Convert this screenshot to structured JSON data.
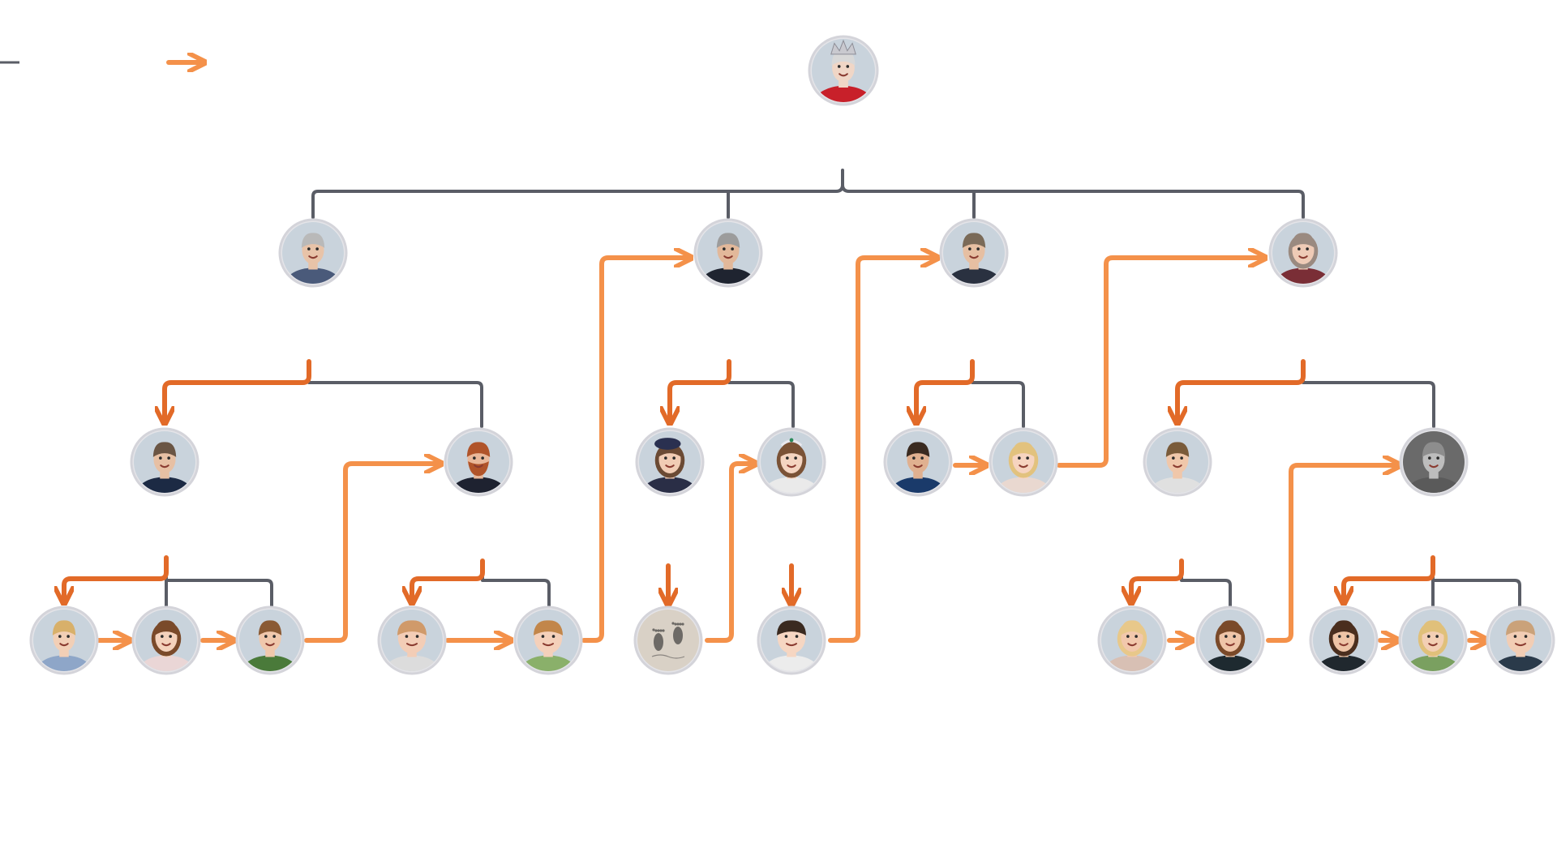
{
  "colors": {
    "gray_line": "#5a5d66",
    "succession_arrow": "#f4914a",
    "succession_arrow_dark": "#e26a28",
    "portrait_ring": "#e4e4e8"
  },
  "legend": {
    "parent_line_icon": "line-segment-icon",
    "succession_icon": "arrow-right-icon"
  },
  "people": [
    {
      "id": "queen",
      "generation": 0,
      "icon": "portrait-crowned-monarch"
    },
    {
      "id": "charles",
      "generation": 1,
      "icon": "portrait-man-gray-hair"
    },
    {
      "id": "andrew",
      "generation": 1,
      "icon": "portrait-man-gray-hair"
    },
    {
      "id": "edward",
      "generation": 1,
      "icon": "portrait-man-balding"
    },
    {
      "id": "anne",
      "generation": 1,
      "icon": "portrait-woman-red-lips"
    },
    {
      "id": "william",
      "generation": 2,
      "icon": "portrait-man-short-hair"
    },
    {
      "id": "harry",
      "generation": 2,
      "icon": "portrait-man-red-beard"
    },
    {
      "id": "beatrice",
      "generation": 2,
      "icon": "portrait-woman-hat"
    },
    {
      "id": "eugenie",
      "generation": 2,
      "icon": "portrait-woman-tiara"
    },
    {
      "id": "james",
      "generation": 2,
      "icon": "portrait-boy"
    },
    {
      "id": "louise",
      "generation": 2,
      "icon": "portrait-girl-blonde"
    },
    {
      "id": "peter",
      "generation": 2,
      "icon": "portrait-man-smiling"
    },
    {
      "id": "zara",
      "generation": 2,
      "icon": "portrait-woman-monochrome"
    },
    {
      "id": "george",
      "generation": 3,
      "icon": "portrait-boy-blonde"
    },
    {
      "id": "charlotte",
      "generation": 3,
      "icon": "portrait-girl-brown-hair"
    },
    {
      "id": "louis",
      "generation": 3,
      "icon": "portrait-boy"
    },
    {
      "id": "archie",
      "generation": 3,
      "icon": "portrait-baby"
    },
    {
      "id": "lilibet",
      "generation": 3,
      "icon": "portrait-toddler"
    },
    {
      "id": "sienna",
      "generation": 3,
      "icon": "baby-footprints-icon"
    },
    {
      "id": "august",
      "generation": 3,
      "icon": "portrait-toddler"
    },
    {
      "id": "savannah",
      "generation": 3,
      "icon": "portrait-girl-blonde"
    },
    {
      "id": "isla",
      "generation": 3,
      "icon": "portrait-girl-brown-hair"
    },
    {
      "id": "mia",
      "generation": 3,
      "icon": "portrait-girl-dark-hair"
    },
    {
      "id": "lena",
      "generation": 3,
      "icon": "portrait-girl-blonde"
    },
    {
      "id": "lucas",
      "generation": 3,
      "icon": "portrait-baby"
    }
  ]
}
